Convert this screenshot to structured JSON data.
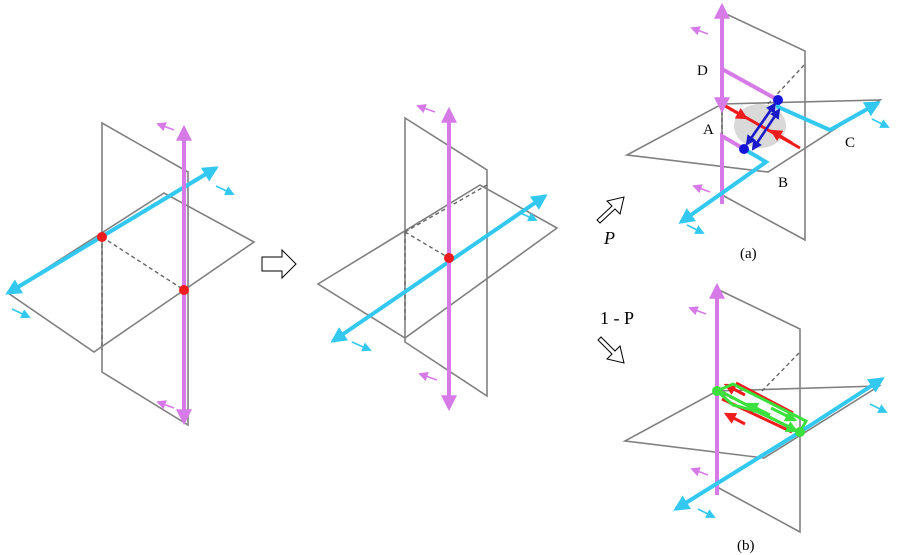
{
  "labels": {
    "point_a": "A",
    "point_b": "B",
    "point_c": "C",
    "point_d": "D",
    "prob_p": "P",
    "prob_one_minus_p": "1 - P",
    "panel_a": "(a)",
    "panel_b": "(b)"
  },
  "colors": {
    "plane_edge": "#808080",
    "string_cyan": "#33c8f0",
    "string_magenta": "#d67ae8",
    "intersection_red": "#ee1c1c",
    "reconnect_green": "#3ce03c",
    "exchange_blue": "#1a1ac8"
  },
  "icons": {
    "process_arrow": "hollow-arrow-icon"
  }
}
